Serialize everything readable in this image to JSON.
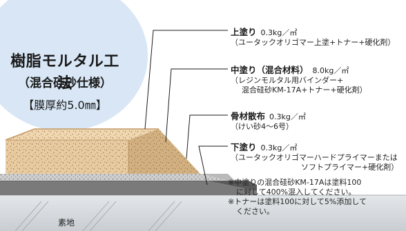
{
  "title": {
    "main": "樹脂モルタル工法",
    "sub": "（混合硅砂仕様）",
    "thickness": "【膜厚約5.0㎜】"
  },
  "layers": [
    {
      "name": "上塗り",
      "weight": "0.3kg／㎡",
      "detail": [
        "（ユータックオリゴマー上塗+トナー+硬化剤）"
      ]
    },
    {
      "name": "中塗り（混合材料）",
      "weight": "8.0kg／㎡",
      "detail": [
        "（レジンモルタル用バインダー+",
        "混合硅砂KM-17A+トナー+硬化剤）"
      ]
    },
    {
      "name": "骨材散布",
      "weight": "0.3kg／㎡",
      "detail": [
        "（けい砂4～6号）"
      ]
    },
    {
      "name": "下塗り",
      "weight": "0.3kg／㎡",
      "detail": [
        "（ユータックオリゴマーハードプライマーまたは",
        "ソフトプライマー+硬化剤）"
      ]
    }
  ],
  "notes": [
    "※中塗りの混合硅砂KM-17Aは塗料100",
    "に対して400%混入してください。",
    "※トナーは塗料100に対して5%添加して",
    "ください。"
  ],
  "base": {
    "label": "素地"
  },
  "colors": {
    "circle": "#d8e6f5",
    "mortar": "#e8cba0",
    "mortar_side": "#d2b080",
    "aggregate": "#cfcfcf",
    "primer": "#6e6e6e",
    "substrate": "#d9dcdf"
  }
}
